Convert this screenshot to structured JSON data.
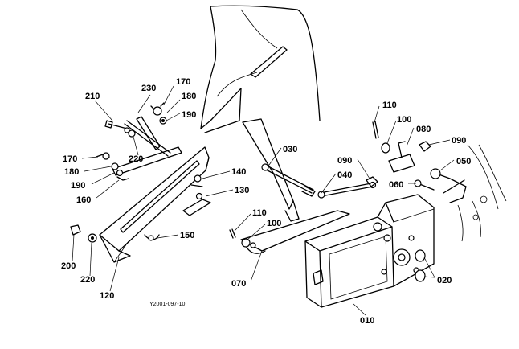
{
  "diagram": {
    "reference_code": "Y2001-097-10",
    "part_labels": {
      "p010": "010",
      "p020": "020",
      "p030": "030",
      "p040": "040",
      "p050": "050",
      "p060": "060",
      "p070": "070",
      "p080": "080",
      "p090a": "090",
      "p090b": "090",
      "p100a": "100",
      "p100b": "100",
      "p110a": "110",
      "p110b": "110",
      "p120": "120",
      "p130": "130",
      "p140": "140",
      "p150": "150",
      "p160": "160",
      "p170a": "170",
      "p170b": "170",
      "p180a": "180",
      "p180b": "180",
      "p190a": "190",
      "p190b": "190",
      "p200": "200",
      "p210": "210",
      "p220a": "220",
      "p220b": "220",
      "p230": "230"
    }
  }
}
